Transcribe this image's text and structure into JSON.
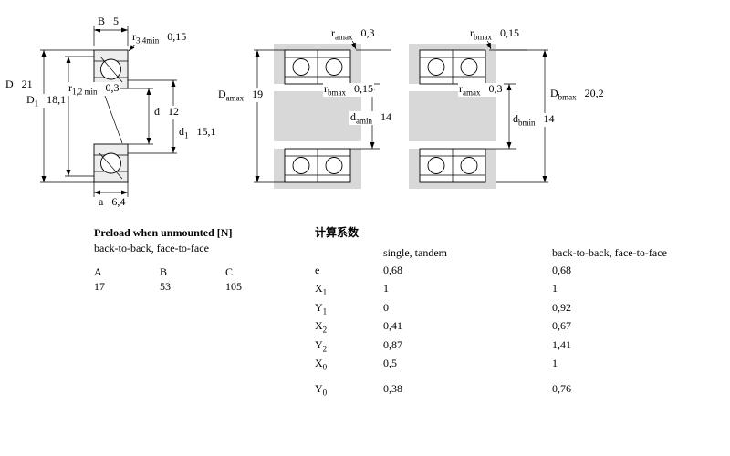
{
  "dims": {
    "B": {
      "sym": "B",
      "sub": "",
      "value": "5"
    },
    "r34": {
      "sym": "r",
      "sub": "3,4min",
      "value": "0,15"
    },
    "D": {
      "sym": "D",
      "sub": "",
      "value": "21"
    },
    "r12": {
      "sym": "r",
      "sub": "1,2 min",
      "value": "0,3"
    },
    "D1": {
      "sym": "D",
      "sub": "1",
      "value": "18,1"
    },
    "d": {
      "sym": "d",
      "sub": "",
      "value": "12"
    },
    "d1": {
      "sym": "d",
      "sub": "1",
      "value": "15,1"
    },
    "a": {
      "sym": "a",
      "sub": "",
      "value": "6,4"
    },
    "ramax_bb": {
      "sym": "r",
      "sub": "amax",
      "value": "0,3"
    },
    "Damax": {
      "sym": "D",
      "sub": "amax",
      "value": "19"
    },
    "rbmax_bb": {
      "sym": "r",
      "sub": "bmax",
      "value": "0,15"
    },
    "damin": {
      "sym": "d",
      "sub": "amin",
      "value": "14"
    },
    "rbmax_ff": {
      "sym": "r",
      "sub": "bmax",
      "value": "0,15"
    },
    "ramax_ff": {
      "sym": "r",
      "sub": "amax",
      "value": "0,3"
    },
    "Dbmax": {
      "sym": "D",
      "sub": "bmax",
      "value": "20,2"
    },
    "dbmin": {
      "sym": "d",
      "sub": "bmin",
      "value": "14"
    }
  },
  "preload": {
    "title": "Preload when unmounted [N]",
    "subtitle": "back-to-back, face-to-face",
    "columns": {
      "a": "A",
      "b": "B",
      "c": "C"
    },
    "values": {
      "a": "17",
      "b": "53",
      "c": "105"
    }
  },
  "factors": {
    "title": "计算系数",
    "col_single": "single, tandem",
    "col_pair": "back-to-back, face-to-face",
    "rows": [
      {
        "sym": "e",
        "sub": "",
        "single": "0,68",
        "pair": "0,68"
      },
      {
        "sym": "X",
        "sub": "1",
        "single": "1",
        "pair": "1"
      },
      {
        "sym": "Y",
        "sub": "1",
        "single": "0",
        "pair": "0,92"
      },
      {
        "sym": "X",
        "sub": "2",
        "single": "0,41",
        "pair": "0,67"
      },
      {
        "sym": "Y",
        "sub": "2",
        "single": "0,87",
        "pair": "1,41"
      },
      {
        "sym": "X",
        "sub": "0",
        "single": "0,5",
        "pair": "1"
      },
      {
        "sym": "Y",
        "sub": "0",
        "single": "0,38",
        "pair": "0,76"
      }
    ]
  }
}
